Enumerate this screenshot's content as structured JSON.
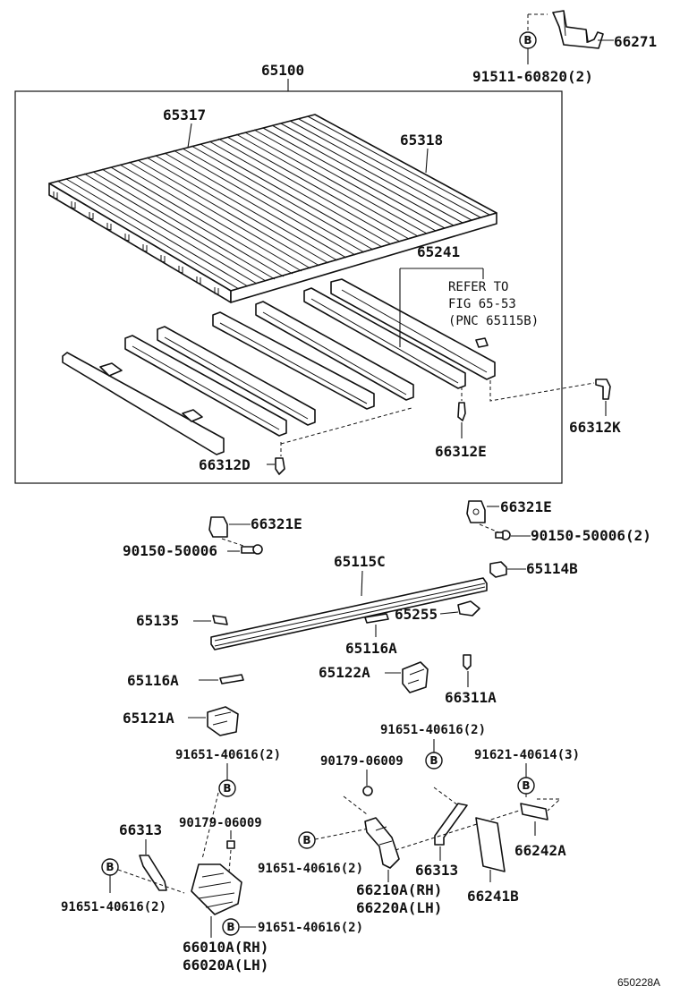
{
  "callouts": {
    "p66271": "66271",
    "p91511": "91511-60820(2)",
    "p65100": "65100",
    "p65317": "65317",
    "p65318": "65318",
    "p65241": "65241",
    "refer1": "REFER TO",
    "refer2": "FIG 65-53",
    "refer3": "(PNC 65115B)",
    "p66312K": "66312K",
    "p66312E": "66312E",
    "p66312D": "66312D",
    "p66321E_l": "66321E",
    "p66321E_r": "66321E",
    "p90150_l": "90150-50006",
    "p90150_r": "90150-50006(2)",
    "p65115C": "65115C",
    "p65114B": "65114B",
    "p65135": "65135",
    "p65255": "65255",
    "p65116A_a": "65116A",
    "p65116A_b": "65116A",
    "p65122A": "65122A",
    "p66311A": "66311A",
    "p65121A": "65121A",
    "p91651_top": "91651-40616(2)",
    "p91651_mid": "91651-40616(2)",
    "p90179_a": "90179-06009",
    "p90179_b": "90179-06009",
    "p91621": "91621-40614(3)",
    "p66313_l": "66313",
    "p66313_r": "66313",
    "p66242A": "66242A",
    "p91651_c": "91651-40616(2)",
    "p91651_lb": "91651-40616(2)",
    "p91651_bot": "91651-40616(2)",
    "p66210A": "66210A(RH)",
    "p66220A": "66220A(LH)",
    "p66241B": "66241B",
    "p66010A": "66010A(RH)",
    "p66020A": "66020A(LH)",
    "fig_code": "650228A",
    "bolt_mark": "B"
  }
}
